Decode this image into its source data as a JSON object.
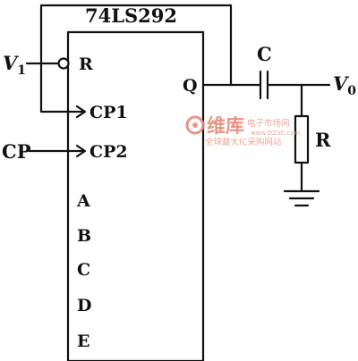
{
  "chip": {
    "name": "74LS292"
  },
  "pins": {
    "R": "R",
    "CP1": "CP1",
    "CP2": "CP2",
    "Q": "Q",
    "A": "A",
    "B": "B",
    "C": "C",
    "D": "D",
    "E": "E"
  },
  "signals": {
    "v1_main": "V",
    "v1_sub": "1",
    "cp": "CP",
    "vo_main": "V",
    "vo_sub": "0"
  },
  "components": {
    "capacitor": "C",
    "resistor": "R"
  },
  "watermark": {
    "brand": "维库",
    "brand_suffix": "电子市场网",
    "slogan": "全球最大IC采购网站",
    "url": "www.DZSC.com"
  }
}
